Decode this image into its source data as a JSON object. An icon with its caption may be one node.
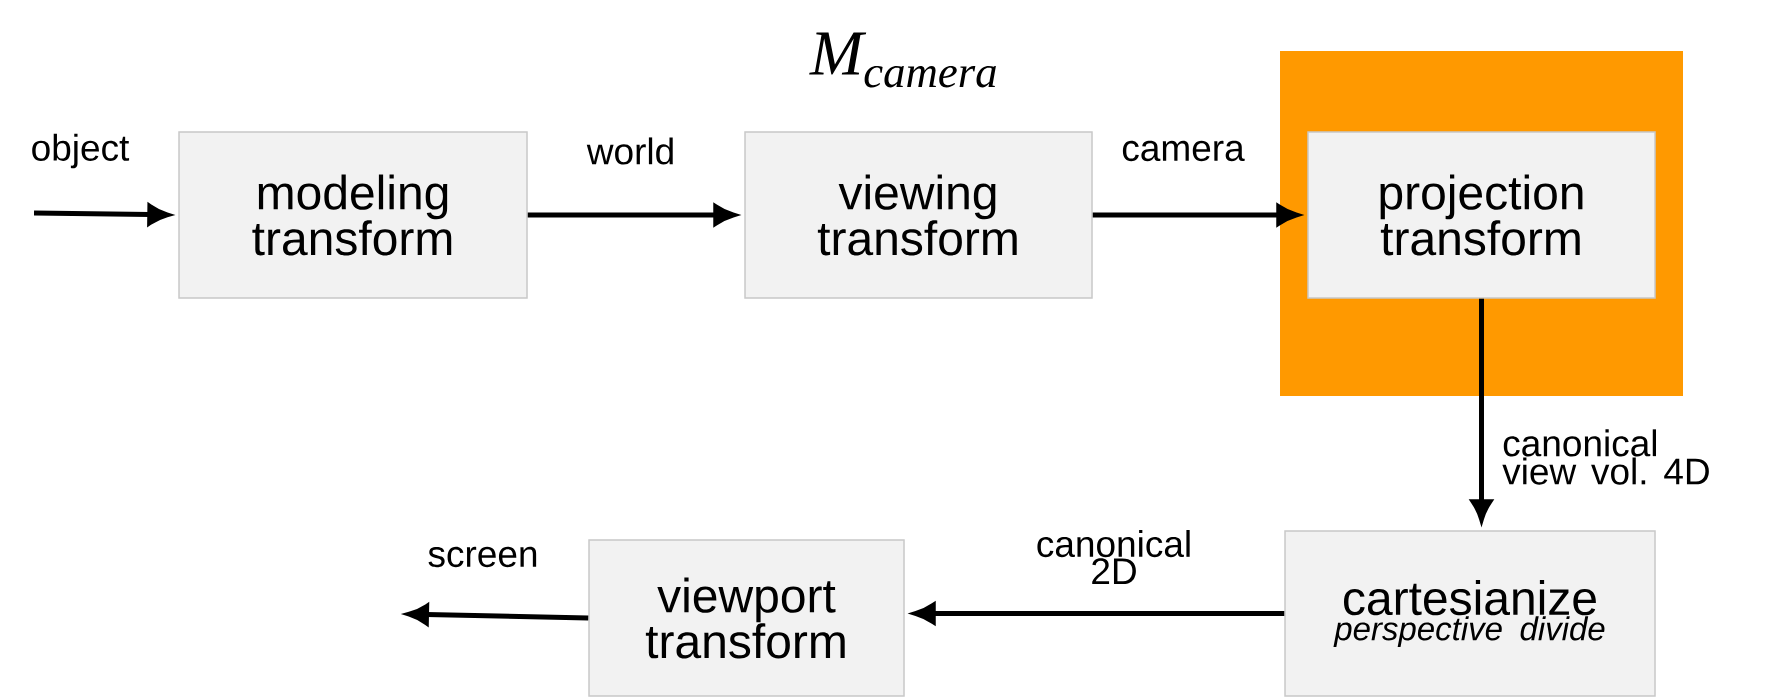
{
  "diagram": {
    "nodes": [
      {
        "text": [
          "modeling transform"
        ]
      },
      {
        "text": [
          "viewing transform"
        ]
      },
      {
        "text": [],
        "shape": "box"
      },
      {
        "text": [
          "projection transform"
        ],
        "in": 2
      },
      {
        "text": [
          "cartesianize",
          "perspective divide"
        ]
      },
      {
        "text": [
          "viewport transform"
        ]
      }
    ],
    "edges": [
      {
        "from": null,
        "to": 0,
        "arrow": "to",
        "label": "object"
      },
      {
        "from": 0,
        "to": 1,
        "arrow": "to",
        "label": "world"
      },
      {
        "from": 1,
        "to": 3,
        "arrow": "to",
        "label": "camera"
      },
      {
        "from": 3,
        "to": 4,
        "arrow": "to",
        "label": "canonical view vol. 4D"
      },
      {
        "from": 4,
        "to": 5,
        "arrow": "to",
        "label": "canonical 2D"
      },
      {
        "from": 5,
        "to": null,
        "arrow": "to",
        "label": "screen"
      }
    ],
    "labels": [
      "M$_{camera}$"
    ]
  }
}
